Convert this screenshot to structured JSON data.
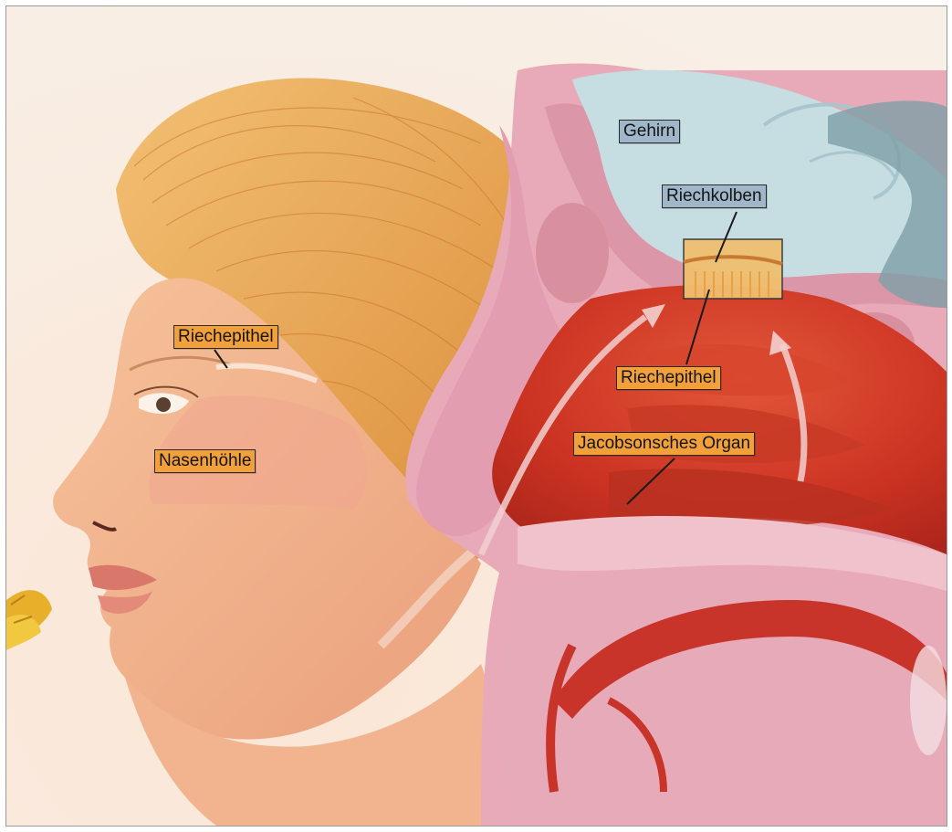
{
  "diagram": {
    "labels": {
      "gehirn": "Gehirn",
      "riechkolben": "Riechkolben",
      "riechepithel_face": "Riechepithel",
      "riechepithel_section": "Riechepithel",
      "nasenhoehle": "Nasenhöhle",
      "jacobson": "Jacobsonsches Organ"
    },
    "colors": {
      "orange_label": "#f2a03a",
      "blue_label": "#9fb7c9",
      "skin": "#f2b48a",
      "hair": "#e8a24a",
      "nasal_cavity": "#d8402a",
      "tissue": "#e8aab8",
      "brain": "#c6dde2"
    }
  }
}
